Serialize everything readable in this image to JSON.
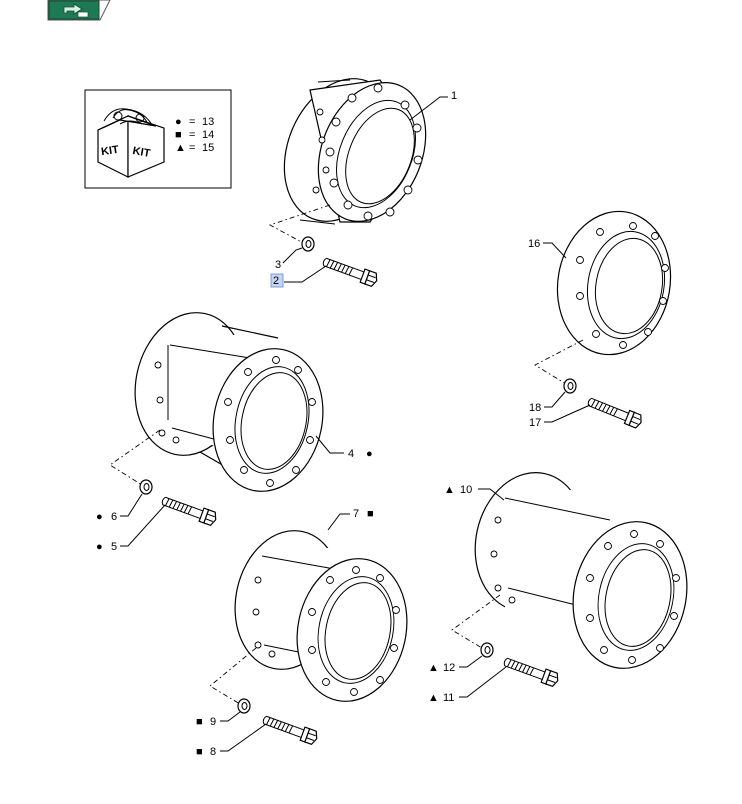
{
  "toolbar": {
    "back_button_icon": "page-return-icon",
    "accent_color": "#1e7a55"
  },
  "kit": {
    "box_text_left": "KIT",
    "box_text_right": "KIT",
    "legend": [
      {
        "symbol": "●",
        "equals": "=",
        "ref": "13"
      },
      {
        "symbol": "■",
        "equals": "=",
        "ref": "14"
      },
      {
        "symbol": "▲",
        "equals": "=",
        "ref": "15"
      }
    ]
  },
  "callouts": {
    "c1": {
      "ref": "1",
      "mark": ""
    },
    "c2": {
      "ref": "2",
      "mark": "",
      "highlight_color": "#c5d5f5"
    },
    "c3": {
      "ref": "3",
      "mark": ""
    },
    "c4": {
      "ref": "4",
      "mark": "●"
    },
    "c5": {
      "ref": "5",
      "mark": "●"
    },
    "c6": {
      "ref": "6",
      "mark": "●"
    },
    "c7": {
      "ref": "7",
      "mark": "■"
    },
    "c8": {
      "ref": "8",
      "mark": "■"
    },
    "c9": {
      "ref": "9",
      "mark": "■"
    },
    "c10": {
      "ref": "10",
      "mark": "▲"
    },
    "c11": {
      "ref": "11",
      "mark": "▲"
    },
    "c12": {
      "ref": "12",
      "mark": "▲"
    },
    "c16": {
      "ref": "16",
      "mark": ""
    },
    "c17": {
      "ref": "17",
      "mark": ""
    },
    "c18": {
      "ref": "18",
      "mark": ""
    }
  }
}
